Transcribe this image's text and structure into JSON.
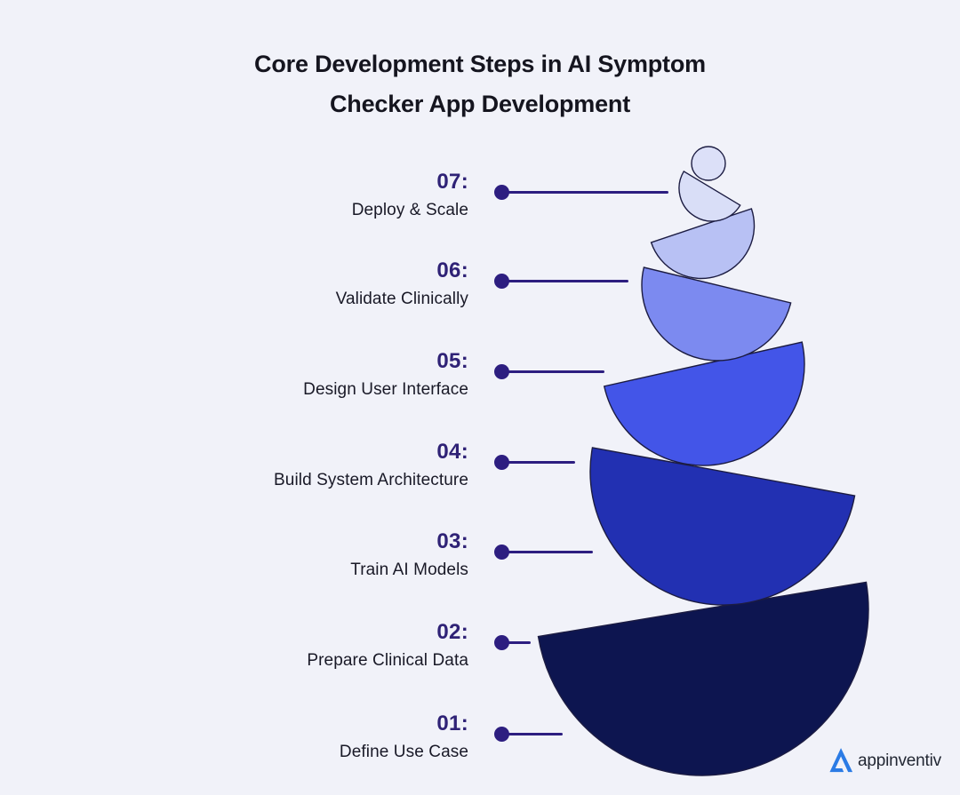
{
  "title": {
    "line1": "Core Development Steps in AI Symptom",
    "line2": "Checker App Development"
  },
  "steps": [
    {
      "number": "07:",
      "label": "Deploy & Scale"
    },
    {
      "number": "06:",
      "label": "Validate Clinically"
    },
    {
      "number": "05:",
      "label": "Design User Interface"
    },
    {
      "number": "04:",
      "label": "Build System Architecture"
    },
    {
      "number": "03:",
      "label": "Train AI Models"
    },
    {
      "number": "02:",
      "label": "Prepare Clinical Data"
    },
    {
      "number": "01:",
      "label": "Define Use Case"
    }
  ],
  "stack": {
    "stones": [
      {
        "name": "semicircle-6-largest",
        "color": "#0d1550"
      },
      {
        "name": "semicircle-5",
        "color": "#2230b2"
      },
      {
        "name": "semicircle-4",
        "color": "#4355e8"
      },
      {
        "name": "semicircle-3",
        "color": "#7c8af0"
      },
      {
        "name": "semicircle-2",
        "color": "#b8c1f4"
      },
      {
        "name": "top-circle",
        "color": "#dce0f8"
      },
      {
        "name": "semicircle-1-smallest",
        "color": "#d9def7"
      }
    ],
    "outline_color": "#1c1c42"
  },
  "colors": {
    "background": "#f1f2f9",
    "accent_indigo": "#2d1e80",
    "number_color": "#2f2276",
    "text_color": "#191927",
    "title_color": "#15151f"
  },
  "logo": {
    "text": "appinventiv",
    "icon_color": "#2b7be5",
    "text_color": "#222733"
  }
}
